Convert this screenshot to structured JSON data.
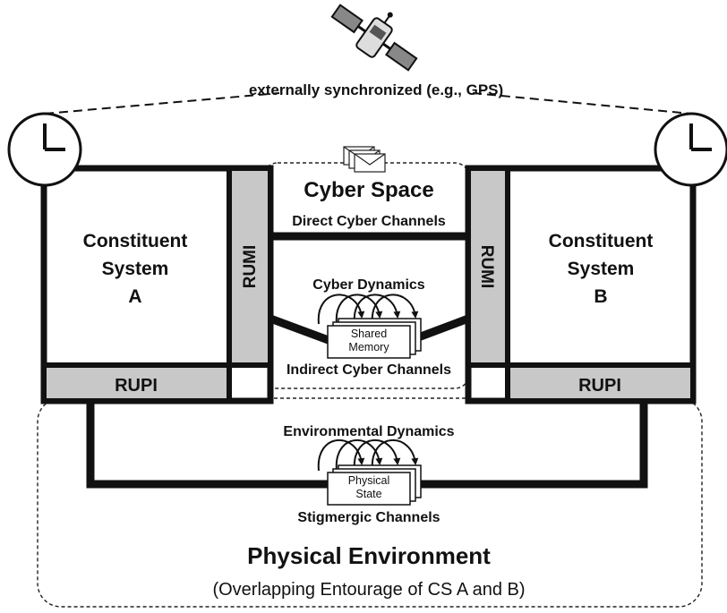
{
  "sync_label": "externally synchronized (e.g., GPS)",
  "cyber_space": {
    "title": "Cyber Space",
    "direct_channels": "Direct Cyber Channels",
    "dynamics": "Cyber Dynamics",
    "shared_memory_line1": "Shared",
    "shared_memory_line2": "Memory",
    "indirect_channels": "Indirect Cyber Channels"
  },
  "system_a": {
    "line1": "Constituent",
    "line2": "System",
    "line3": "A"
  },
  "system_b": {
    "line1": "Constituent",
    "line2": "System",
    "line3": "B"
  },
  "rumi_label": "RUMI",
  "rupi_label": "RUPI",
  "environment": {
    "dynamics": "Environmental Dynamics",
    "physical_state_line1": "Physical",
    "physical_state_line2": "State",
    "stigmergic": "Stigmergic Channels",
    "title": "Physical Environment",
    "subtitle": "(Overlapping Entourage of CS A and B)"
  },
  "icons": {
    "satellite": "satellite-icon",
    "clock": "clock-icon",
    "messages": "envelope-stack-icon"
  }
}
